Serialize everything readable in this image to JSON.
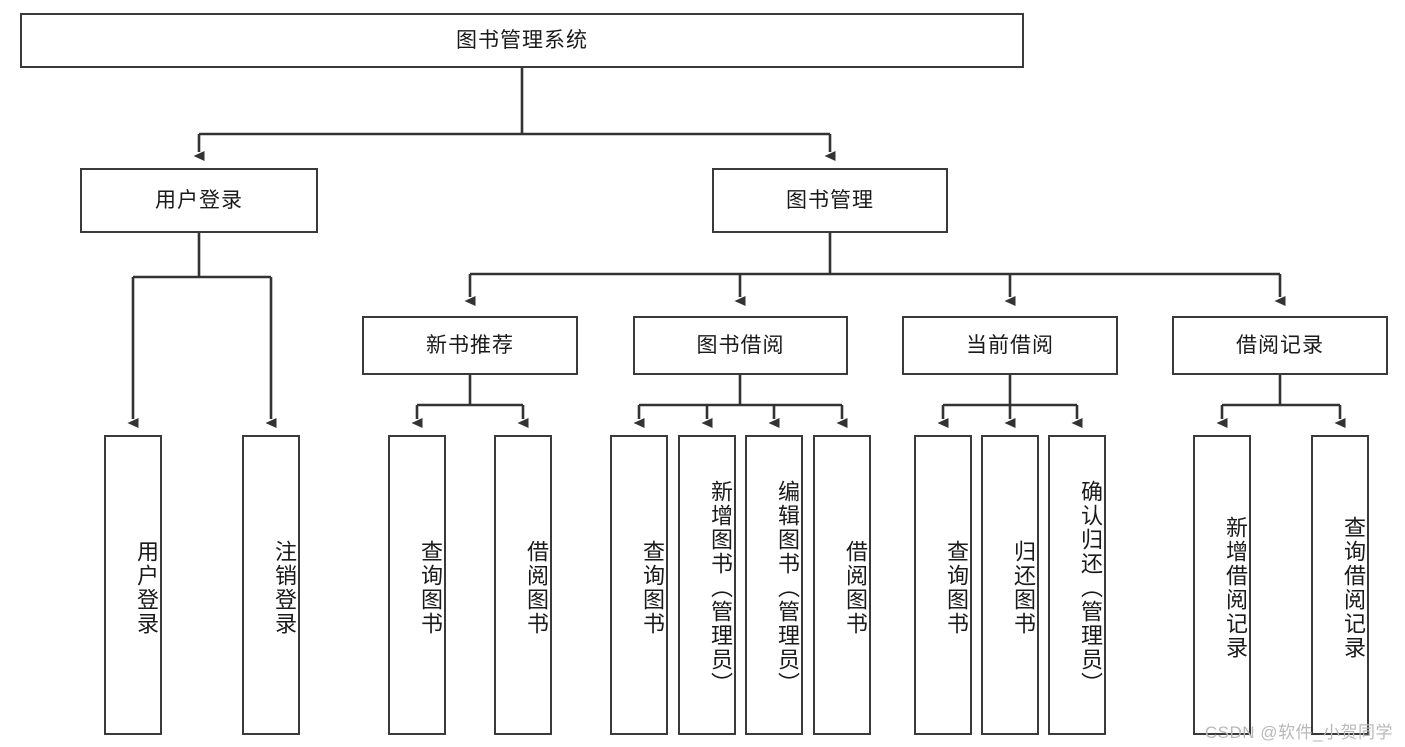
{
  "diagram": {
    "type": "tree-hierarchy",
    "title": "图书管理系统",
    "watermark": "CSDN @软件_小贺同学",
    "colors": {
      "box_border": "#3a3a3a",
      "box_fill": "#ffffff",
      "edge": "#333333",
      "text": "#1a1a1a",
      "watermark": "#b9b9b9"
    },
    "nodes": {
      "root": {
        "label": "图书管理系统"
      },
      "level2": [
        {
          "id": "user-login",
          "label": "用户登录"
        },
        {
          "id": "book-manage",
          "label": "图书管理"
        }
      ],
      "level3": [
        {
          "id": "new-book-rec",
          "label": "新书推荐"
        },
        {
          "id": "book-borrow",
          "label": "图书借阅"
        },
        {
          "id": "current-borrow",
          "label": "当前借阅"
        },
        {
          "id": "borrow-record",
          "label": "借阅记录"
        }
      ],
      "leaves": {
        "user_login": [
          {
            "id": "leaf-user-login",
            "label": "用户登录"
          },
          {
            "id": "leaf-logout-login",
            "label": "注销登录"
          }
        ],
        "new_book_rec": [
          {
            "id": "leaf-query-book-1",
            "label": "查询图书"
          },
          {
            "id": "leaf-borrow-book-1",
            "label": "借阅图书"
          }
        ],
        "book_borrow": [
          {
            "id": "leaf-query-book-2",
            "label": "查询图书"
          },
          {
            "id": "leaf-add-book",
            "label": "新增图书（管理员）"
          },
          {
            "id": "leaf-edit-book",
            "label": "编辑图书（管理员）"
          },
          {
            "id": "leaf-borrow-book-2",
            "label": "借阅图书"
          }
        ],
        "current_borrow": [
          {
            "id": "leaf-query-book-3",
            "label": "查询图书"
          },
          {
            "id": "leaf-return-book",
            "label": "归还图书"
          },
          {
            "id": "leaf-confirm-return",
            "label": "确认归还（管理员）"
          }
        ],
        "borrow_record": [
          {
            "id": "leaf-add-record",
            "label": "新增借阅记录"
          },
          {
            "id": "leaf-query-record",
            "label": "查询借阅记录"
          }
        ]
      }
    }
  }
}
